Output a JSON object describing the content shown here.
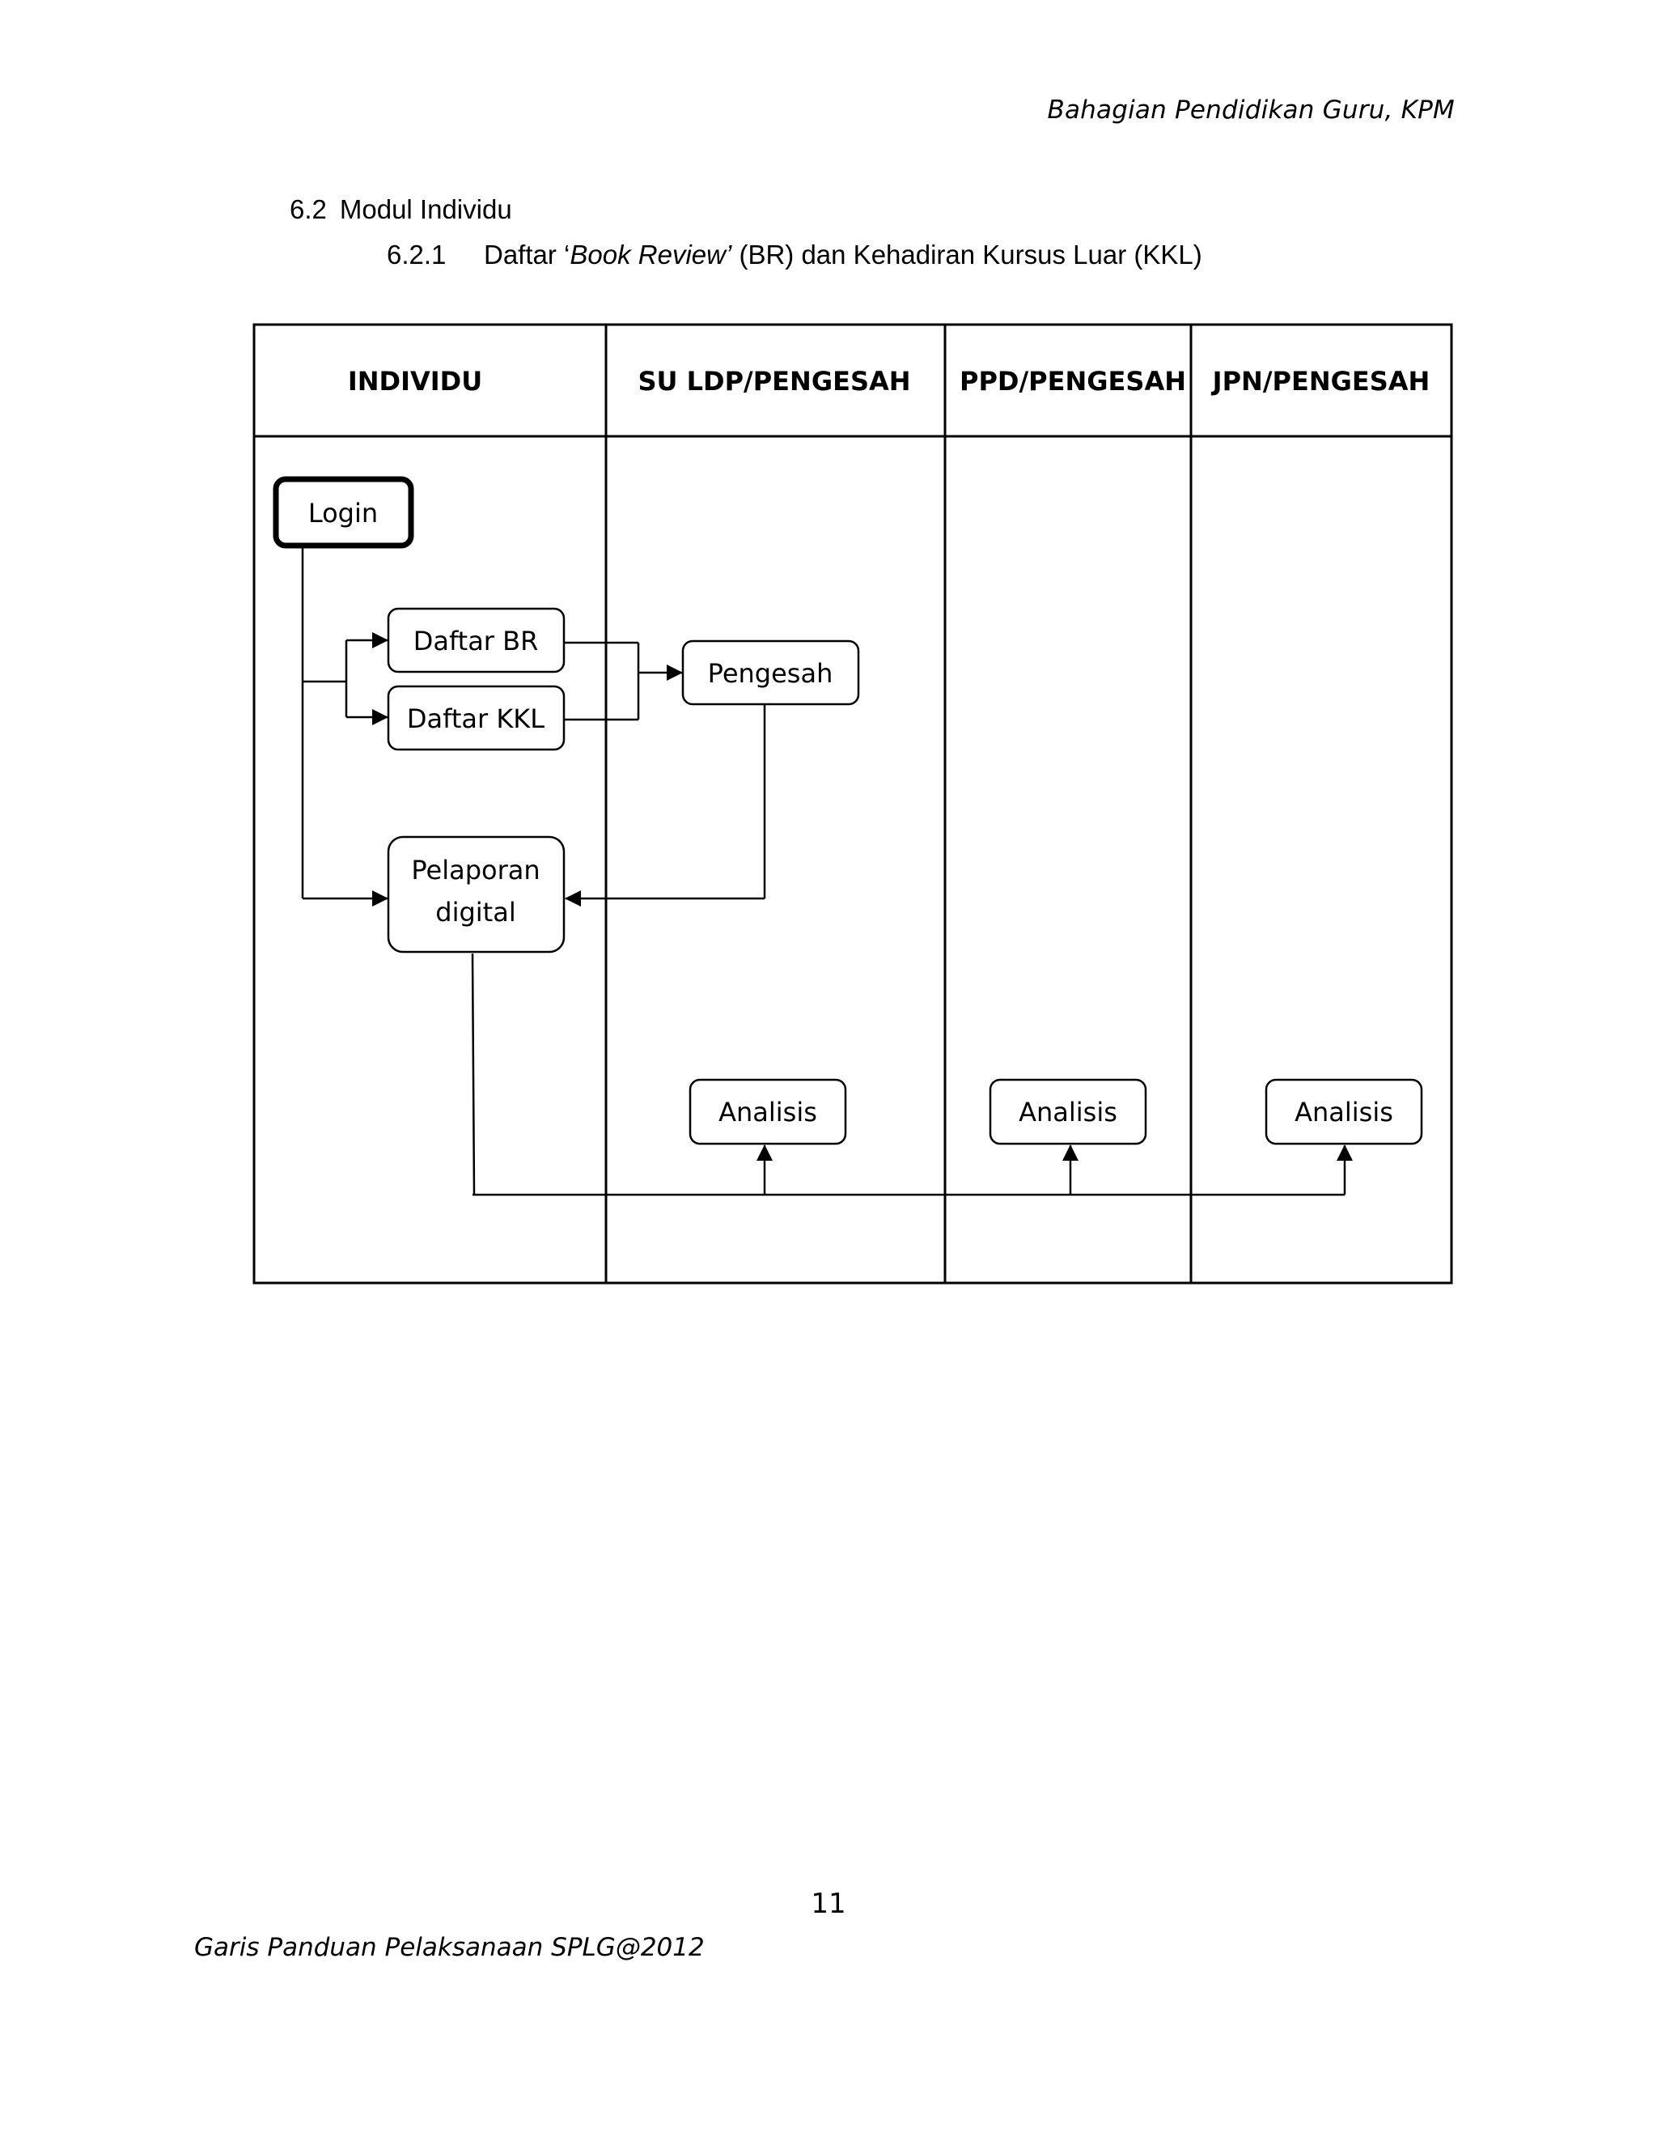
{
  "header": {
    "text": "Bahagian Pendidikan Guru, KPM"
  },
  "section": {
    "number": "6.2",
    "title": "Modul Individu"
  },
  "subsection": {
    "number": "6.2.1",
    "prefix": "Daftar ‘",
    "italic": "Book Review’",
    "suffix": " (BR) dan Kehadiran Kursus Luar (KKL)"
  },
  "diagram": {
    "lanes": [
      "INDIVIDU",
      "SU LDP/PENGESAH",
      "PPD/PENGESAH",
      "JPN/PENGESAH"
    ],
    "nodes": {
      "login": "Login",
      "daftar_br": "Daftar BR",
      "daftar_kkl": "Daftar KKL",
      "pengesah": "Pengesah",
      "pelaporan_line1": "Pelaporan",
      "pelaporan_line2": "digital",
      "analisis_su": "Analisis",
      "analisis_ppd": "Analisis",
      "analisis_jpn": "Analisis"
    }
  },
  "footer": {
    "page_number": "11",
    "text": "Garis Panduan Pelaksanaan SPLG@2012"
  }
}
